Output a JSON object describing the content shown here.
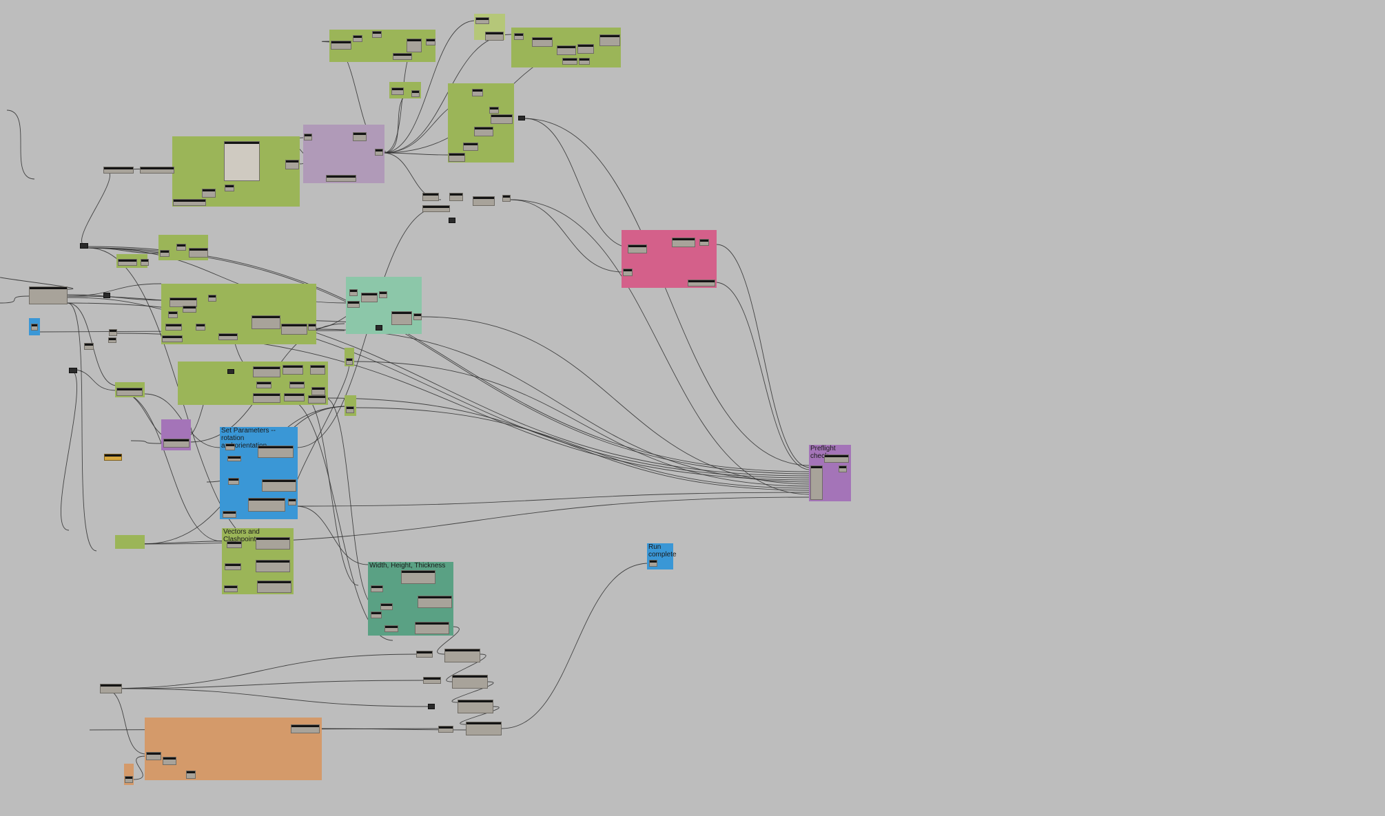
{
  "window": {
    "title": ""
  },
  "groups": {
    "set_parameters": {
      "title": "Set Parameters -- rotation\nand orientation",
      "color": "#3a97d6"
    },
    "vectors_clashpoint": {
      "title": "Vectors and Clashpoint",
      "color": "#9bb558"
    },
    "width_height_thickness": {
      "title": "Width, Height, Thickness",
      "color": "#5aa184"
    },
    "preflight_check": {
      "title": "Preflight check",
      "color": "#a474b8"
    },
    "run_complete": {
      "title": "Run\ncomplete",
      "color": "#3a97d6"
    }
  },
  "colors": {
    "canvas": "#bdbdbd",
    "group_green": "#9bb558",
    "group_light_green": "#b5c779",
    "group_lilac": "#b09ab8",
    "group_teal": "#8cc7a9",
    "group_magenta": "#d4608a",
    "group_orange": "#d49a6a",
    "group_blue": "#3a97d6",
    "group_purple": "#a474b8",
    "node_body": "#a8a39a",
    "node_header": "#141414",
    "wire": "#2b2b2b"
  }
}
